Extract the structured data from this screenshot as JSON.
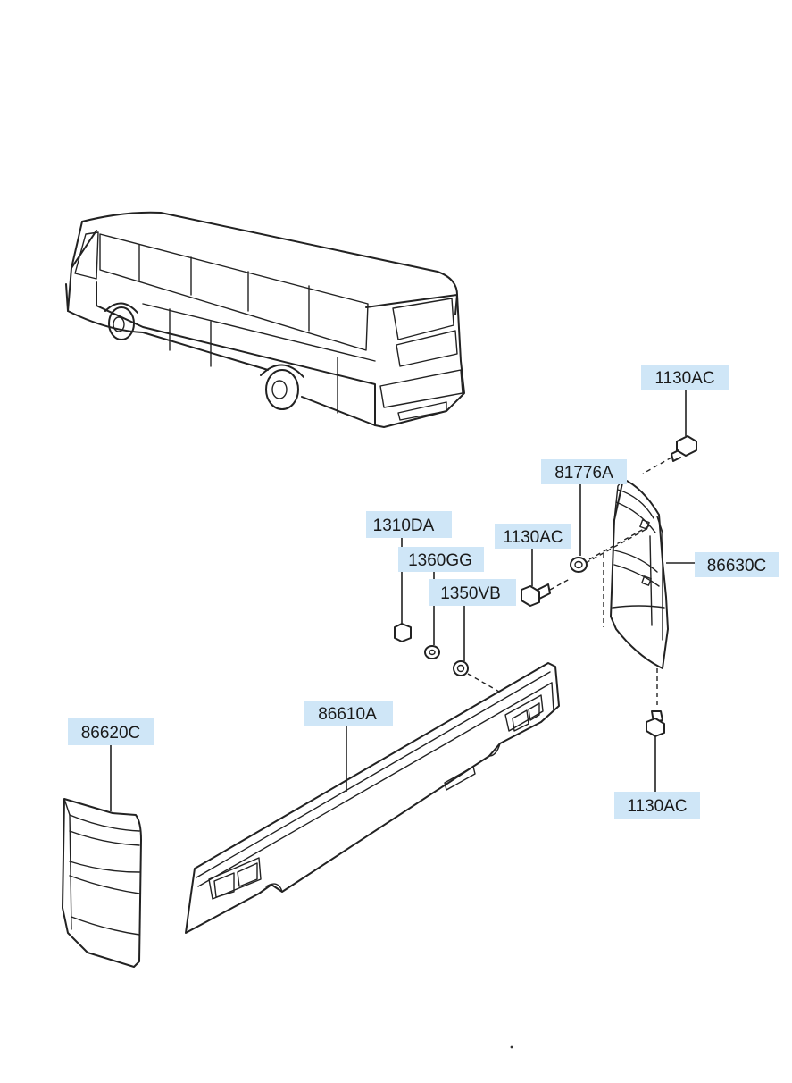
{
  "diagram": {
    "labels": {
      "bolt_top": "1130AC",
      "nut_81776A": "81776A",
      "bolt_mid": "1130AC",
      "lamp_right": "86630C",
      "bolt_bottom": "1130AC",
      "nut_1310DA": "1310DA",
      "washer_1360GG": "1360GG",
      "washer_1350VB": "1350VB",
      "bumper": "86610A",
      "lamp_left": "86620C"
    }
  }
}
